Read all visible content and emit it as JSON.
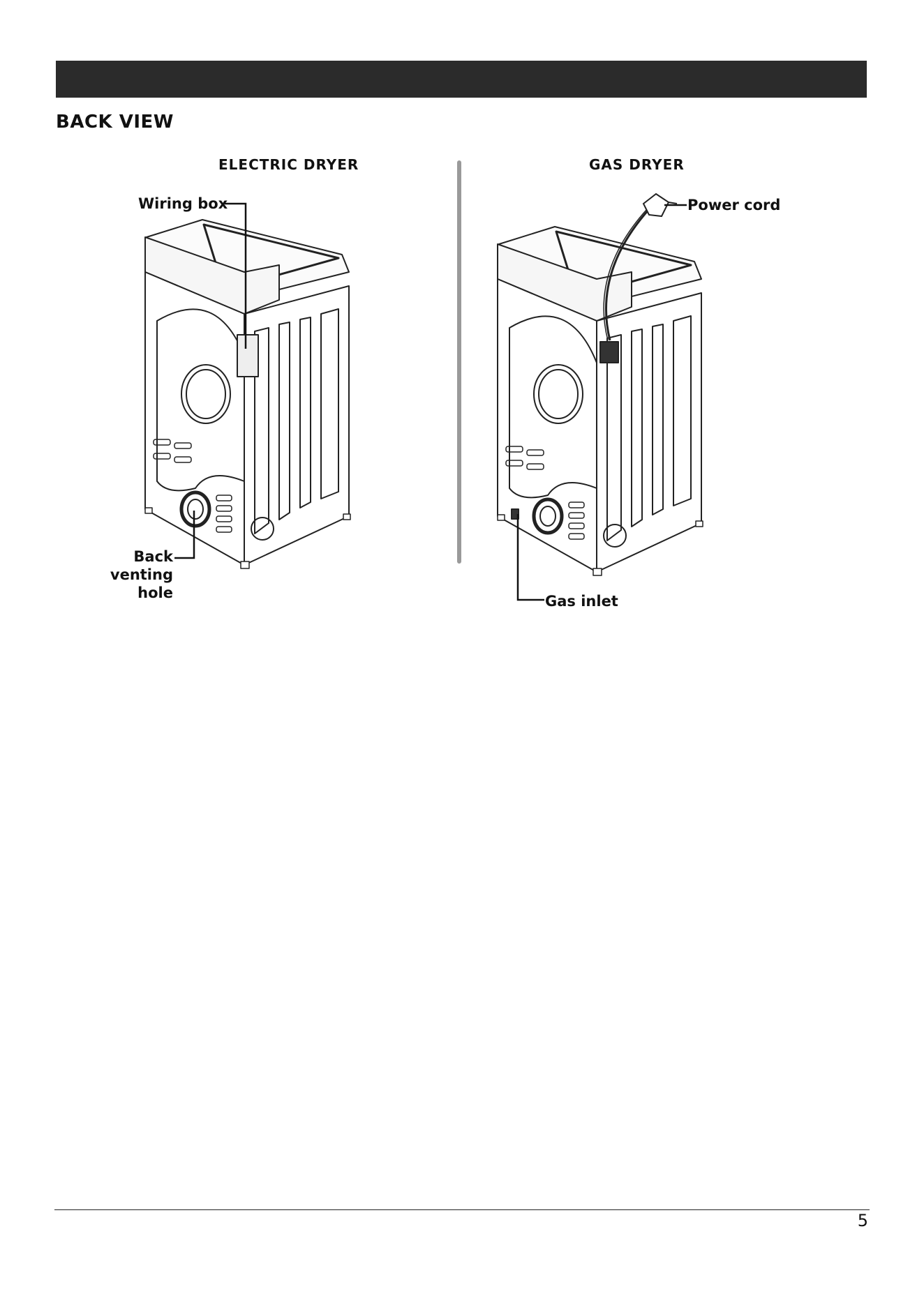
{
  "header": {
    "bar_color": "#2b2b2b"
  },
  "section": {
    "title": "BACK VIEW"
  },
  "figures": {
    "electric": {
      "title": "ELECTRIC DRYER",
      "callouts": {
        "wiring_box": "Wiring box",
        "back_venting_line1": "Back venting",
        "back_venting_line2": "hole"
      }
    },
    "gas": {
      "title": "GAS DRYER",
      "callouts": {
        "power_cord": "Power cord",
        "gas_inlet": "Gas inlet"
      }
    }
  },
  "footer": {
    "page_number": "5"
  }
}
